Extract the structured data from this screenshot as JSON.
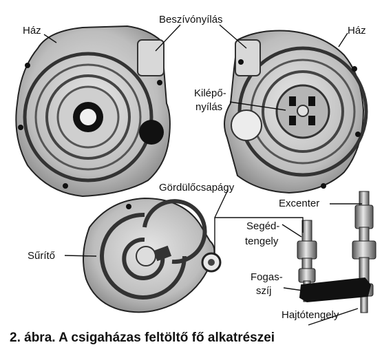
{
  "labels": {
    "haz_left": "Ház",
    "beszivonyilas": "Beszívónyílás",
    "haz_right": "Ház",
    "kilepo_line1": "Kilépő-",
    "kilepo_line2": "nyílás",
    "gordulocsapagy": "Gördülőcsapágy",
    "excenter": "Excenter",
    "seged_line1": "Segéd-",
    "seged_line2": "tengely",
    "surito": "Sűrítő",
    "fogas_line1": "Fogas-",
    "fogas_line2": "szíj",
    "hajtotengely": "Hajtótengely"
  },
  "caption": "2. ábra. A csigaházas feltöltő fő alkatrészei"
}
